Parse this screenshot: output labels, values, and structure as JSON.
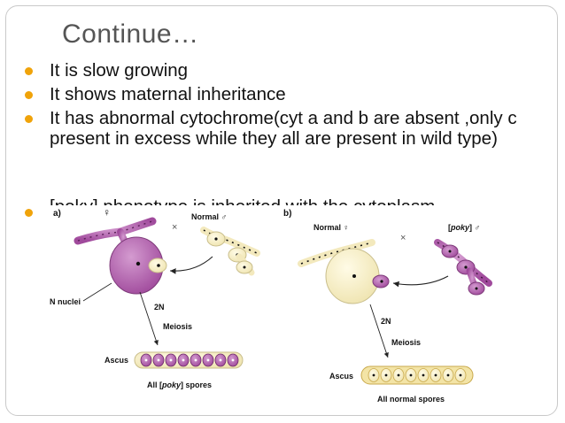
{
  "slide": {
    "title": "Continue…",
    "bullets": [
      "It is slow growing",
      "It shows maternal inheritance",
      "It has abnormal cytochrome(cyt a and b are absent ,only c present in excess while they all are present in wild type)"
    ],
    "partial_bullet": "[poky] phenotype is inherited with the cytoplasm.",
    "bullet_color": "#f0a30a"
  },
  "figure": {
    "panel_a": {
      "label": "a)",
      "female_symbol": "♀",
      "cross_symbol": "×",
      "male_label": "Normal ♂",
      "nuclei_label": "N nuclei",
      "ploidy_label": "2N",
      "meiosis_label": "Meiosis",
      "ascus_label": "Ascus",
      "spores_prefix": "All [",
      "spores_strain": "poky",
      "spores_suffix": "] spores"
    },
    "panel_b": {
      "label": "b)",
      "female_label": "Normal ♀",
      "cross_symbol": "×",
      "male_prefix": "[",
      "male_strain": "poky",
      "male_suffix": "] ♂",
      "ploidy_label": "2N",
      "meiosis_label": "Meiosis",
      "ascus_label": "Ascus",
      "spores_label": "All normal spores"
    },
    "colors": {
      "poky": "#a04a9c",
      "poky_light": "#cf8dc9",
      "normal": "#f6efc9",
      "normal_edge": "#c9be8c"
    }
  }
}
